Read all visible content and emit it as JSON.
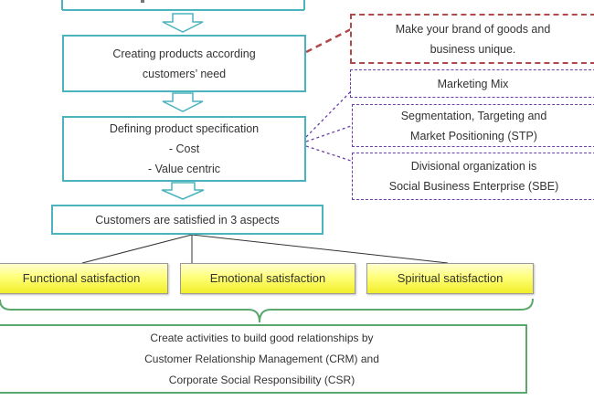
{
  "flow": {
    "step1": {
      "line1": "Creating products according",
      "line2": "customers’ need"
    },
    "step2": {
      "line1": "Defining product specification",
      "line2": "- Cost",
      "line3": "- Value centric"
    },
    "step3": {
      "label": "Customers are satisfied in 3 aspects"
    }
  },
  "brand_note": {
    "line1": "Make your brand of goods and",
    "line2": "business unique."
  },
  "strategies": {
    "marketing_mix": "Marketing Mix",
    "stp": {
      "line1": "Segmentation, Targeting and",
      "line2": "Market Positioning (STP)"
    },
    "sbe": {
      "line1": "Divisional organization is",
      "line2": "Social Business Enterprise (SBE)"
    }
  },
  "satisfaction": {
    "functional": "Functional satisfaction",
    "emotional": "Emotional satisfaction",
    "spiritual": "Spiritual satisfaction"
  },
  "relationships": {
    "line1": "Create activities to build good relationships by",
    "line2": "Customer Relationship Management (CRM) and",
    "line3": "Corporate Social Responsibility (CSR)"
  },
  "colors": {
    "flow_border": "#4bb3be",
    "brand_border": "#b0494a",
    "strategy_border": "#6a3fa6",
    "satisfaction_fill": "#ffff7a",
    "relationship_border": "#5aa86d"
  }
}
